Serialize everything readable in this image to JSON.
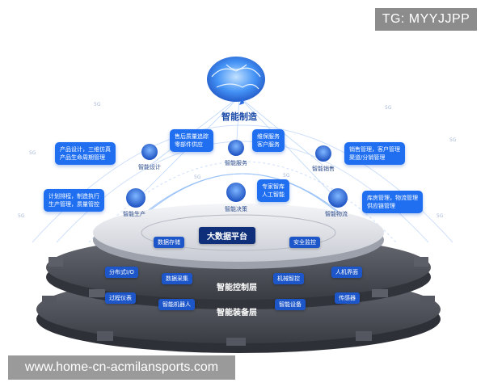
{
  "watermarks": {
    "top_right": "TG: MYYJJPP",
    "bottom_left": "www.home-cn-acmilansports.com"
  },
  "center_title": "智能制造",
  "platform": {
    "title": "大数据平台",
    "left_tag": "数据存储",
    "right_tag": "安全监控"
  },
  "nodes": [
    {
      "label": "智能设计"
    },
    {
      "label": "智能服务"
    },
    {
      "label": "智能销售"
    },
    {
      "label": "智能生产"
    },
    {
      "label": "智能决策"
    },
    {
      "label": "智能物流"
    }
  ],
  "callouts": {
    "design": [
      "产品设计，三维仿真",
      "产品生命周期管理"
    ],
    "service": [
      "售后质量追踪",
      "零部件供应"
    ],
    "service2": [
      "维保服务",
      "客户服务"
    ],
    "sales": [
      "销售管理，客户管理",
      "渠道/分销管理"
    ],
    "production": [
      "计划排程，制造执行",
      "生产管理，质量管控"
    ],
    "decision": [
      "专家智库",
      "人工智能"
    ],
    "logistics": [
      "库房管理，物流管理",
      "供应链管理"
    ]
  },
  "control_layer": {
    "title": "智能控制层",
    "chips": [
      "分布式I/O",
      "数据采集",
      "机械智控",
      "人机界面"
    ]
  },
  "equipment_layer": {
    "title": "智能装备层",
    "chips": [
      "过程仪表",
      "智能机器人",
      "智能设备",
      "传感器"
    ]
  },
  "network_badges": [
    "5G",
    "5G",
    "5G",
    "5G",
    "5G",
    "5G",
    "5G",
    "5G"
  ],
  "colors": {
    "primary": "#1f6ff0",
    "node": "#1d56c9",
    "gear": "#4a4c55",
    "platform": "#d9dbe0"
  }
}
